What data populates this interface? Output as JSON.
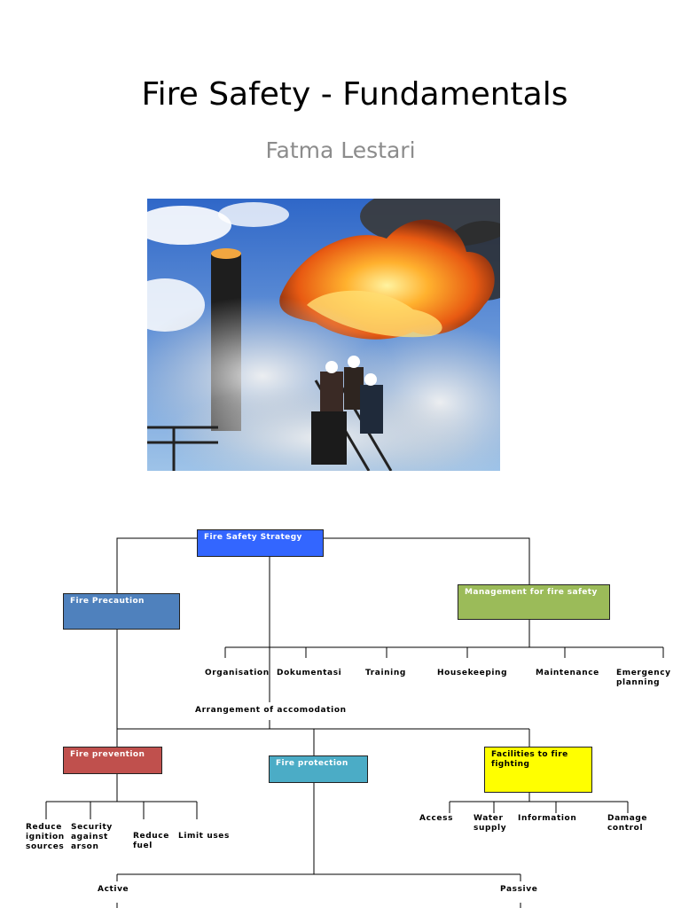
{
  "slide": {
    "title": "Fire Safety - Fundamentals",
    "subtitle": "Fatma Lestari"
  },
  "photo": {
    "subject": "firefighters spraying water on a burning industrial structure"
  },
  "diagram": {
    "root": "Fire Safety Strategy",
    "fire_precaution": "Fire Precaution",
    "management": "Management for fire safety",
    "management_items": {
      "organisation": "Organisation",
      "dokumentasi": "Dokumentasi",
      "training": "Training",
      "housekeeping": "Housekeeping",
      "maintenance": "Maintenance",
      "emergency_planning": "Emergency planning"
    },
    "arrangement": "Arrangement of accomodation",
    "fire_prevention": "Fire prevention",
    "fire_protection": "Fire protection",
    "facilities": "Facilities to fire fighting",
    "prevention_items": {
      "reduce_ignition": "Reduce ignition sources",
      "security_arson": "Security against arson",
      "reduce_fuel": "Reduce fuel",
      "limit_uses": "Limit uses"
    },
    "facilities_items": {
      "access": "Access",
      "water_supply": "Water supply",
      "information": "Information",
      "damage_control": "Damage control"
    },
    "protection_items": {
      "active": "Active",
      "passive": "Passive"
    },
    "colors": {
      "root": "#3366ff",
      "fire_precaution": "#4f81bd",
      "management": "#9bbb59",
      "fire_prevention": "#c0504d",
      "fire_protection": "#4bacc6",
      "facilities": "#ffff00"
    }
  }
}
